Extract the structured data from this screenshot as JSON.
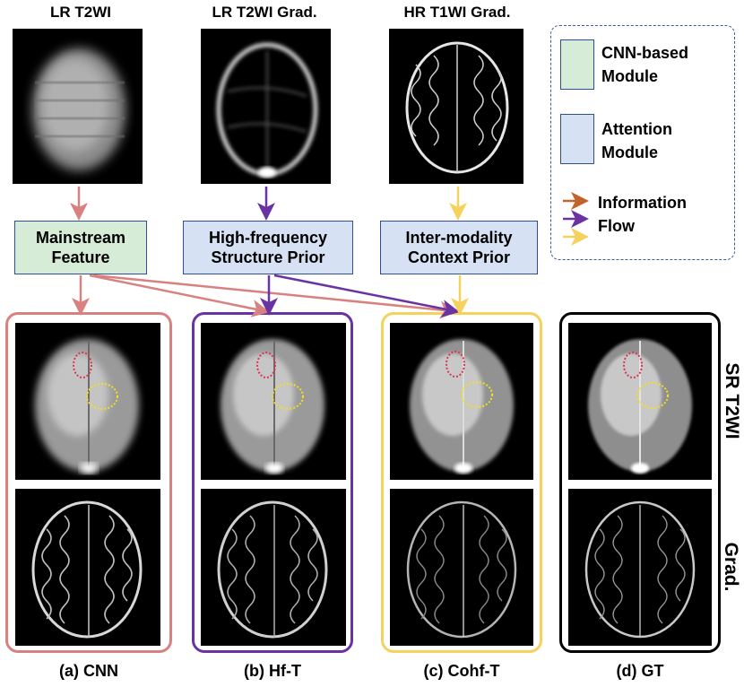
{
  "top_headers": [
    "LR T2WI",
    "LR T2WI Grad.",
    "HR T1WI Grad."
  ],
  "modules": {
    "mainstream": [
      "Mainstream",
      "Feature"
    ],
    "hf_prior": [
      "High-frequency",
      "Structure Prior"
    ],
    "context_prior": [
      "Inter-modality",
      "Context Prior"
    ]
  },
  "legend": {
    "cnn": [
      "CNN-based",
      "Module"
    ],
    "attention": [
      "Attention",
      "Module"
    ],
    "flow": [
      "Information",
      "Flow"
    ]
  },
  "row_labels": [
    "SR T2WI",
    "Grad."
  ],
  "captions": [
    "(a) CNN",
    "(b) Hf-T",
    "(c) Cohf-T",
    "(d) GT"
  ],
  "colors": {
    "cnn_module": "#d7ecd6",
    "attention_module": "#d6e2f4",
    "flow_orange": "#c0642a",
    "flow_pink": "#d98080",
    "flow_purple": "#6a33a3",
    "flow_yellow": "#f5d25b",
    "frame_cnn": "#d98080",
    "frame_hf": "#6a33a3",
    "frame_cohf": "#f5d25b",
    "frame_gt": "#000000",
    "roi_red": "#e0334b",
    "roi_yellow": "#f0e020"
  }
}
